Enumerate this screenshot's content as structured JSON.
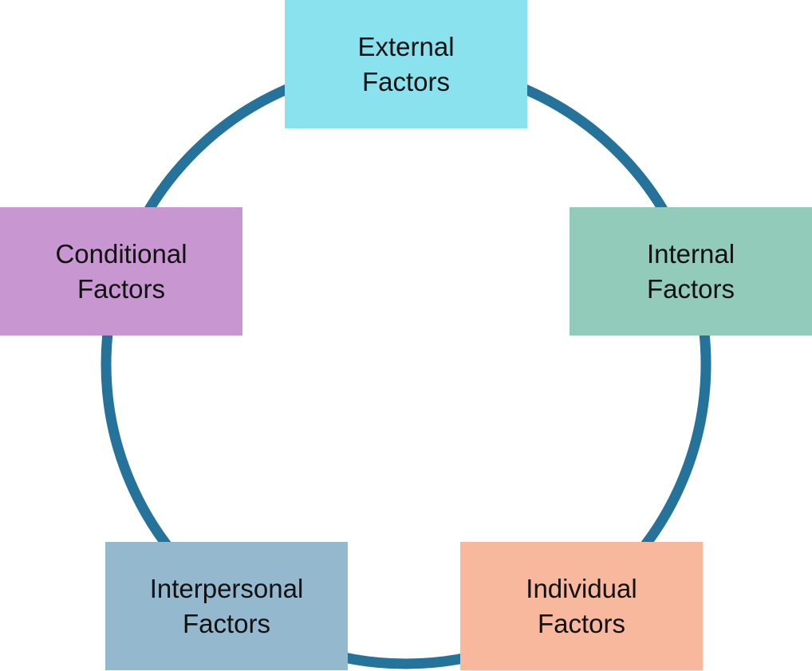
{
  "diagram": {
    "ring_color": "#25739b",
    "nodes": [
      {
        "id": "external",
        "lines": [
          "External",
          "Factors"
        ],
        "color": "#89e2ee"
      },
      {
        "id": "internal",
        "lines": [
          "Internal",
          "Factors"
        ],
        "color": "#93cbbb"
      },
      {
        "id": "individual",
        "lines": [
          "Individual",
          "Factors"
        ],
        "color": "#f8b89d"
      },
      {
        "id": "interpersonal",
        "lines": [
          "Interpersonal",
          "Factors"
        ],
        "color": "#94b9cf"
      },
      {
        "id": "conditional",
        "lines": [
          "Conditional",
          "Factors"
        ],
        "color": "#c897d1"
      }
    ]
  }
}
